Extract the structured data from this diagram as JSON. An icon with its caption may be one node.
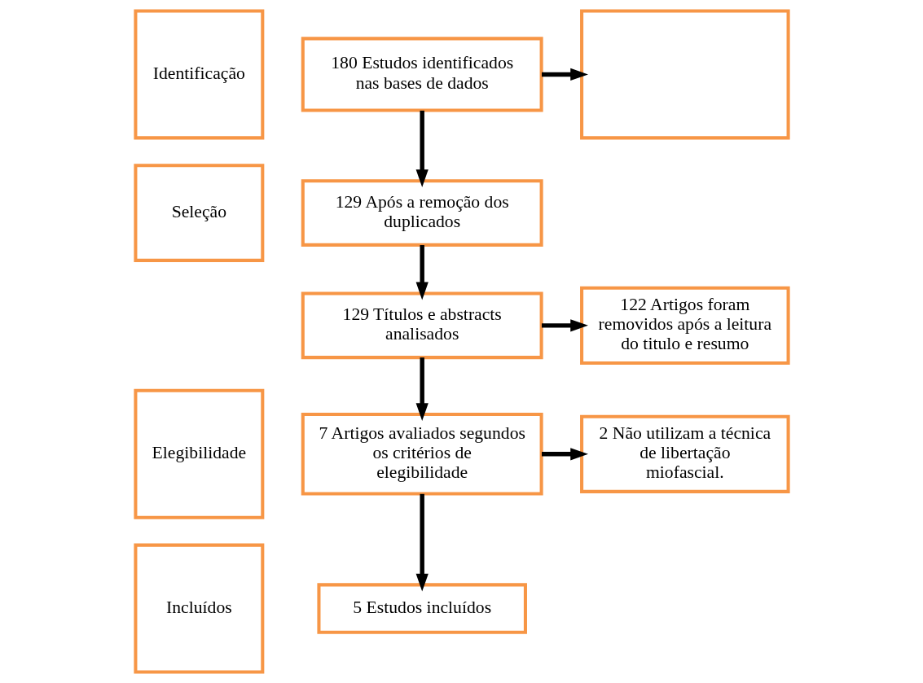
{
  "diagram": {
    "nodes": [
      {
        "text": [
          "Identificação"
        ]
      },
      {
        "text": [
          "Seleção"
        ]
      },
      {
        "text": [
          "Elegibilidade"
        ]
      },
      {
        "text": [
          "Incluídos"
        ]
      },
      {
        "text": [
          "180 Estudos identificados nas bases de dados"
        ]
      },
      {
        "text": [],
        "shape": "box"
      },
      {
        "text": [
          "129 Após a remoção dos duplicados"
        ]
      },
      {
        "text": [
          "129 Títulos e abstracts analisados"
        ]
      },
      {
        "text": [
          "122 Artigos foram removidos após a leitura do titulo e resumo"
        ]
      },
      {
        "text": [
          "7 Artigos avaliados segundos os critérios de elegibilidade"
        ]
      },
      {
        "text": [
          "2 Não utilizam a técnica de libertação miofascial."
        ]
      },
      {
        "text": [
          "5 Estudos incluídos"
        ]
      }
    ],
    "edges": [
      {
        "from": 4,
        "to": 5,
        "arrow": "to"
      },
      {
        "from": 4,
        "to": 6,
        "arrow": "to"
      },
      {
        "from": 6,
        "to": 7,
        "arrow": "to"
      },
      {
        "from": 7,
        "to": 8,
        "arrow": "to"
      },
      {
        "from": 7,
        "to": 9,
        "arrow": "to"
      },
      {
        "from": 9,
        "to": 10,
        "arrow": "to"
      },
      {
        "from": 9,
        "to": 11,
        "arrow": "to"
      }
    ]
  }
}
